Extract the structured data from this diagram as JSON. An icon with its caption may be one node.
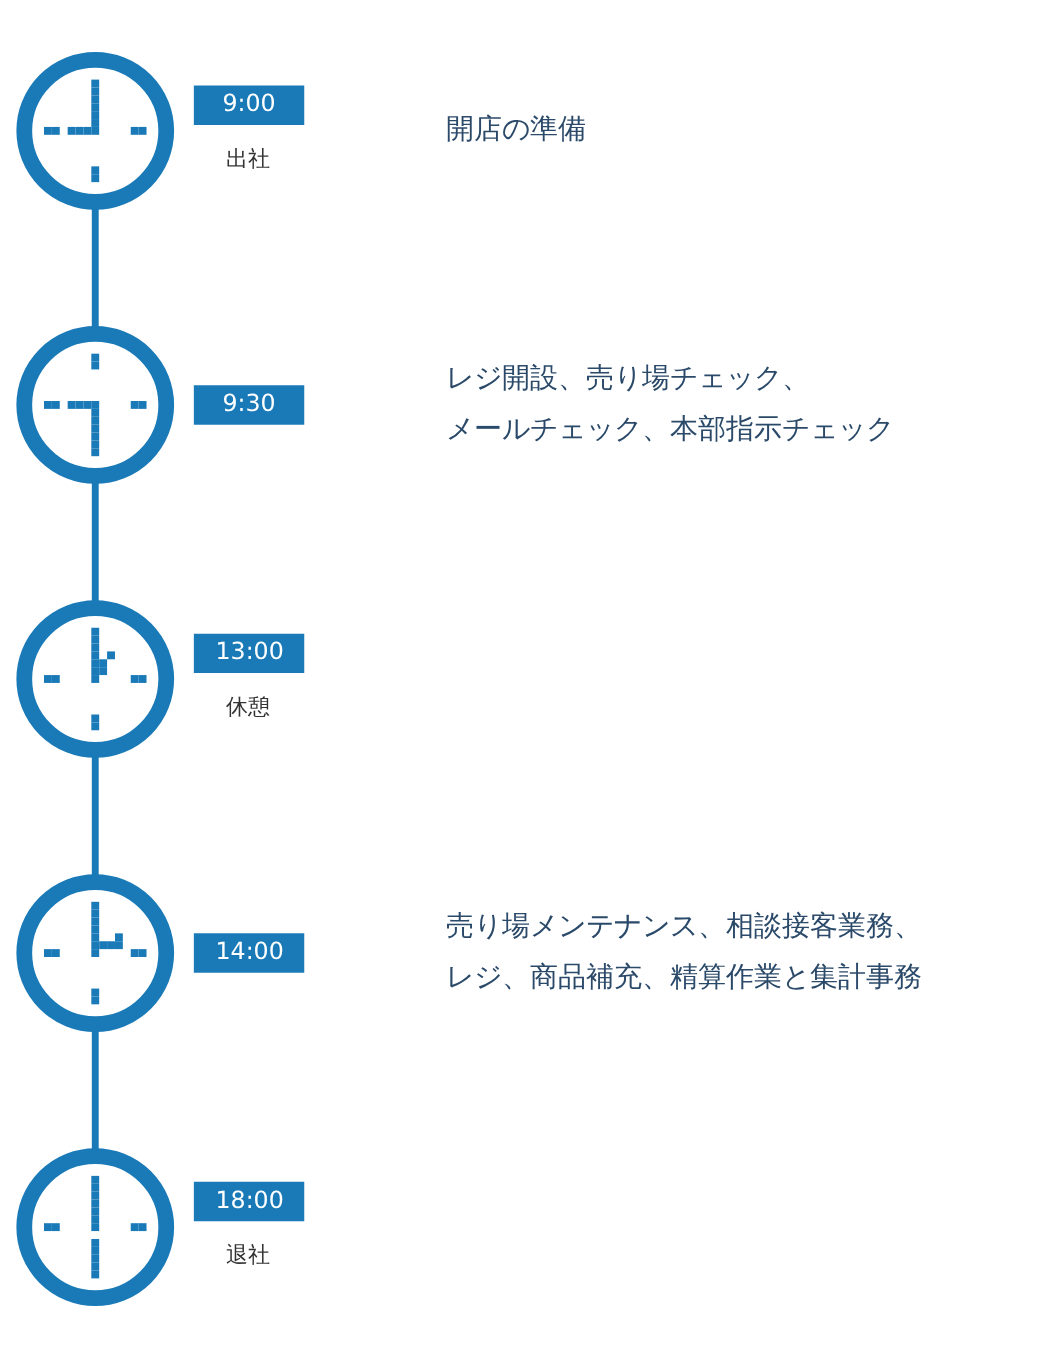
{
  "diagram": {
    "nodes": [
      {
        "text": [],
        "shape": "picture"
      },
      {
        "text": [
          "9:00"
        ],
        "beside": [
          "出社"
        ]
      },
      {
        "text": [],
        "shape": "picture"
      },
      {
        "text": [
          "9:30"
        ]
      },
      {
        "text": [],
        "shape": "picture"
      },
      {
        "text": [
          "13:00"
        ],
        "beside": [
          "休憩"
        ]
      },
      {
        "text": [],
        "shape": "picture"
      },
      {
        "text": [
          "14:00"
        ]
      },
      {
        "text": [],
        "shape": "picture"
      },
      {
        "text": [
          "18:00"
        ],
        "beside": [
          "退社"
        ]
      }
    ],
    "edges": [
      {
        "from": 0,
        "to": 2,
        "arrow": "none"
      },
      {
        "from": 2,
        "to": 4,
        "arrow": "none"
      },
      {
        "from": 4,
        "to": 6,
        "arrow": "none"
      },
      {
        "from": 6,
        "to": 8,
        "arrow": "none"
      }
    ],
    "labels": [
      "開店の準備",
      "レジ開設、売り場チェック、メールチェック、本部指示チェック",
      "売り場メンテナンス、相談接客業務、レジ、商品補充、精算作業と集計事務"
    ]
  }
}
